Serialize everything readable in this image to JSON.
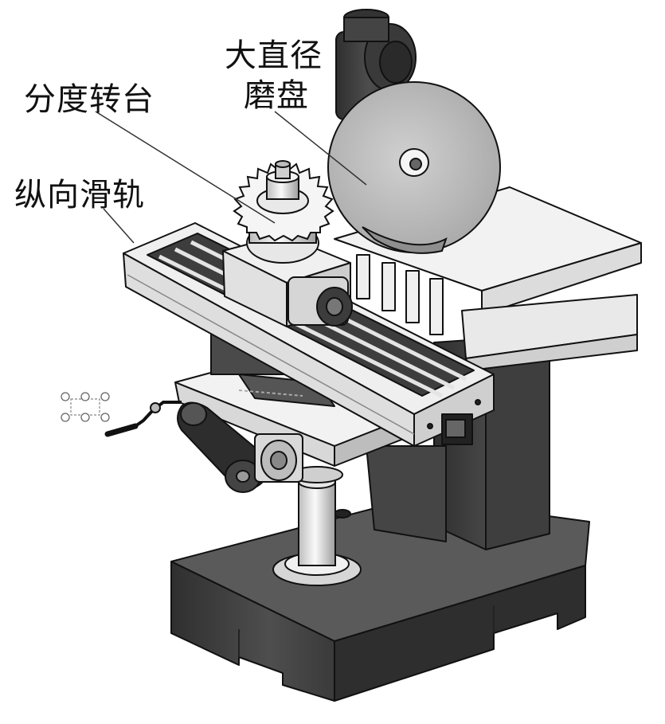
{
  "labels": {
    "grinding_disc_line1": "大直径",
    "grinding_disc_line2": "磨盘",
    "indexing_table": "分度转台",
    "longitudinal_rail": "纵向滑轨"
  },
  "colors": {
    "background": "#ffffff",
    "metal_light": "#ececec",
    "metal_mid": "#b7b7b7",
    "metal_dark": "#4a4a4a",
    "base_dark": "#3a3a3a",
    "outline": "#111111",
    "leader_line": "#333333"
  },
  "icons": [
    "selection-handles-icon",
    "crank-handle-icon"
  ]
}
